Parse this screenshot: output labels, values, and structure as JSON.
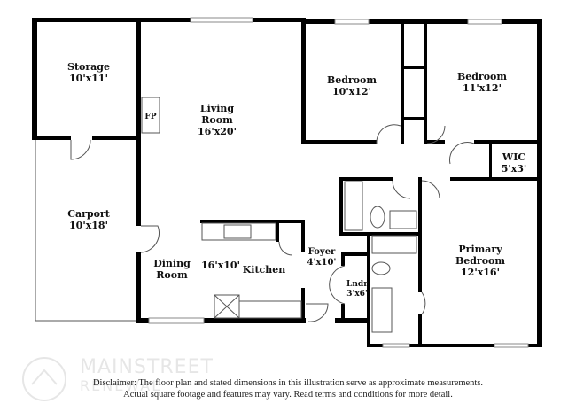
{
  "rooms": {
    "storage": {
      "name": "Storage",
      "dims": "10'x11'"
    },
    "fireplace": {
      "name": "FP"
    },
    "living": {
      "name_line1": "Living",
      "name_line2": "Room",
      "dims": "16'x20'"
    },
    "bedroom1": {
      "name": "Bedroom",
      "dims": "10'x12'"
    },
    "bedroom2": {
      "name": "Bedroom",
      "dims": "11'x12'"
    },
    "wic": {
      "name": "WIC",
      "dims": "5'x3'"
    },
    "carport": {
      "name": "Carport",
      "dims": "10'x18'"
    },
    "dining": {
      "name_line1": "Dining",
      "name_line2": "Room"
    },
    "kitchen": {
      "name": "Kitchen",
      "dims": "16'x10'"
    },
    "foyer": {
      "name": "Foyer",
      "dims": "4'x10'"
    },
    "laundry": {
      "name": "Lndr",
      "dims": "3'x6'"
    },
    "primary": {
      "name_line1": "Primary",
      "name_line2": "Bedroom",
      "dims": "12'x16'"
    }
  },
  "logo": {
    "brand": "MAINSTREET",
    "sub": "RENEWAL"
  },
  "disclaimer": {
    "line1": "Disclaimer: The floor plan and stated dimensions in this illustration serve as approximate measurements.",
    "line2": "Actual square footage and features may vary. Read terms and conditions for more detail."
  },
  "colors": {
    "wall": "#000000",
    "background": "#ffffff"
  }
}
